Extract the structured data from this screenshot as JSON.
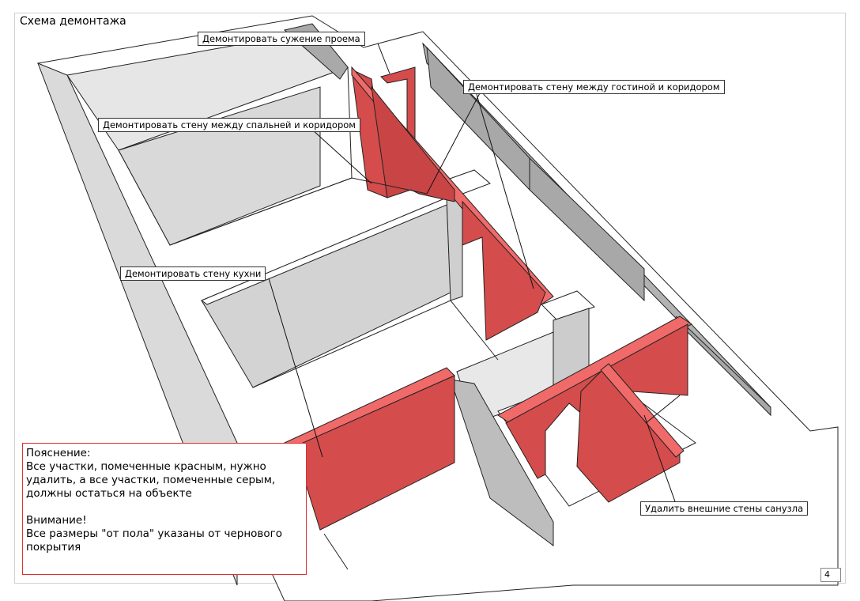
{
  "title": "Схема демонтажа",
  "callouts": {
    "opening": "Демонтировать сужение проема",
    "living_corridor": "Демонтировать стену между гостиной и коридором",
    "bedroom_corridor": "Демонтировать стену между спальней и коридором",
    "kitchen": "Демонтировать стену кухни",
    "bathroom": "Удалить внешние стены санузла"
  },
  "legend": {
    "heading": "Пояснение:",
    "line1": "Все участки, помеченные красным, нужно",
    "line2": "удалить, а все участки, помеченные серым,",
    "line3": "должны остаться на объекте",
    "warning_heading": "Внимание!",
    "warning_line1": "Все размеры \"от пола\" указаны от чернового",
    "warning_line2": "покрытия"
  },
  "page_number": "4",
  "colors": {
    "demolish_red": "#d44c4c",
    "demolish_red_light": "#f06a6a",
    "keep_grey": "#cfcfcf",
    "keep_grey_dark": "#a8a8a8",
    "wall_top": "#ffffff"
  }
}
